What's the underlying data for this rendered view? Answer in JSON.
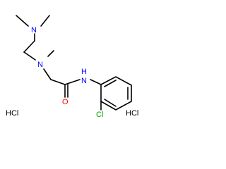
{
  "molecule": {
    "atoms": {
      "n_dimethyl": {
        "label": "N",
        "color": "#0000ff"
      },
      "n_methyl": {
        "label": "N",
        "color": "#0000ff"
      },
      "nh": {
        "label": "H",
        "color": "#0000ff"
      },
      "nh_n": {
        "label": "N",
        "color": "#0000ff"
      },
      "oxygen": {
        "label": "O",
        "color": "#ff0000"
      },
      "chlorine": {
        "label": "Cl",
        "color": "#00aa00"
      }
    },
    "salts": [
      "HCl",
      "HCl"
    ]
  }
}
